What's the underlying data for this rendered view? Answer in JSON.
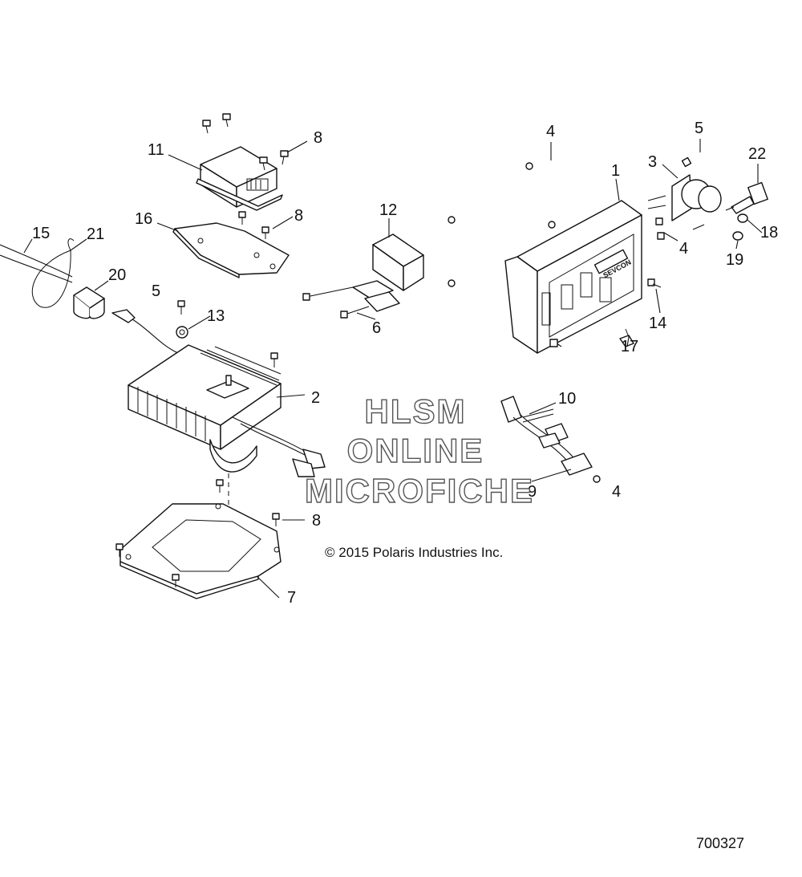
{
  "diagram": {
    "callouts": [
      "1",
      "2",
      "3",
      "4",
      "5",
      "6",
      "7",
      "8",
      "9",
      "10",
      "11",
      "12",
      "13",
      "14",
      "15",
      "16",
      "17",
      "18",
      "19",
      "20",
      "21",
      "22"
    ],
    "watermark": [
      "HLSM",
      "ONLINE",
      "MICROFICHE"
    ],
    "copyright": "© 2015 Polaris Industries Inc.",
    "drawing_number": "700327",
    "brand_label": "SEVCON"
  },
  "colors": {
    "line": "#111111",
    "watermark_outline": "#555555",
    "background": "#ffffff"
  }
}
